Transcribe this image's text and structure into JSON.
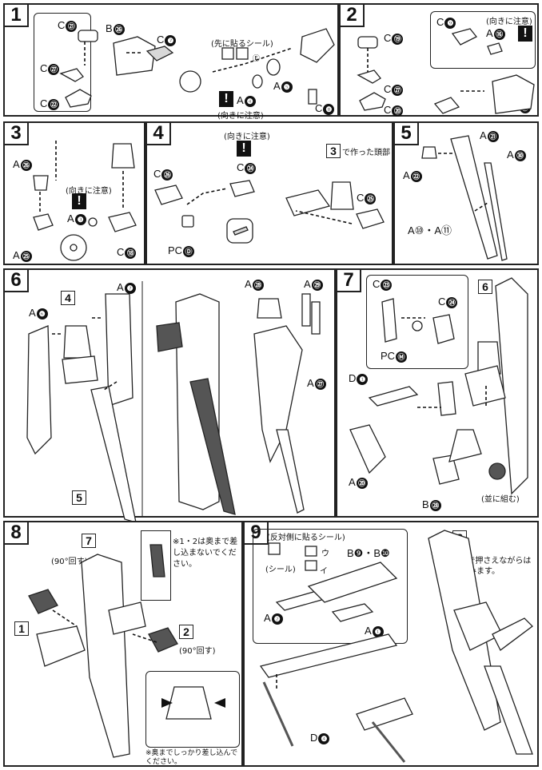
{
  "steps": [
    {
      "n": "1",
      "labels": {
        "c21": "C",
        "c21n": "㉑",
        "c27": "C",
        "c27n": "㉗",
        "c22": "C",
        "c22n": "㉒",
        "b26": "B",
        "b26n": "㉖",
        "c7": "C",
        "c7n": "❼",
        "a5": "A",
        "a5n": "❺",
        "a4": "A",
        "a4n": "❹",
        "c8": "C",
        "c8n": "❽",
        "sticker": "(先に貼るシール)",
        "sticker_marks": "Ⓔ",
        "caution": "(向きに注意)"
      }
    },
    {
      "n": "2",
      "labels": {
        "c19": "C",
        "c19n": "⑲",
        "c27": "C",
        "c27n": "㉗",
        "c20": "C",
        "c20n": "⑳",
        "c9": "C",
        "c9n": "❾",
        "a16": "A",
        "a16n": "⑯",
        "b27": "B",
        "b27n": "㉗",
        "caution": "(向きに注意)"
      }
    },
    {
      "n": "3",
      "labels": {
        "a26": "A",
        "a26n": "㉖",
        "a3": "A",
        "a3n": "❸",
        "a25": "A",
        "a25n": "㉕",
        "c18": "C",
        "c18n": "⑱",
        "caution": "(向きに注意)"
      }
    },
    {
      "n": "4",
      "labels": {
        "c26": "C",
        "c26n": "㉖",
        "c24": "C",
        "c24n": "㉔",
        "pcd": "PC",
        "pcdn": "Ⓓ",
        "c25": "C",
        "c25n": "㉕",
        "made_in": "で作った頭部",
        "ref": "3",
        "caution": "(向きに注意)"
      }
    },
    {
      "n": "5",
      "labels": {
        "a21": "A",
        "a21n": "㉑",
        "a30": "A",
        "a30n": "㉚",
        "a22": "A",
        "a22n": "㉒",
        "a10_11": "A⑩・A⑪"
      }
    },
    {
      "n": "6",
      "labels": {
        "a7": "A",
        "a7n": "❼",
        "a6": "A",
        "a6n": "❻",
        "ref4": "4",
        "ref5": "5",
        "a28": "A",
        "a28n": "㉘",
        "a29": "A",
        "a29n": "㉙",
        "a27": "A",
        "a27n": "㉗"
      }
    },
    {
      "n": "7",
      "labels": {
        "c23": "C",
        "c23n": "㉓",
        "c24": "C",
        "c24n": "㉔",
        "pcm": "PC",
        "pcmn": "Ⓜ",
        "d1": "D",
        "d1n": "❶",
        "a20": "A",
        "a20n": "⑳",
        "b28": "B",
        "b28n": "㉘",
        "ref6": "6",
        "note": "(並に組む)"
      }
    },
    {
      "n": "8",
      "labels": {
        "ref7": "7",
        "ref1": "1",
        "ref2": "2",
        "turn1": "(90°回す)",
        "turn2": "(90°回す)",
        "note1": "※1・2は奥まで差し込まないでください。",
        "note2": "※奥までしっかり差し込んでください。"
      }
    },
    {
      "n": "9",
      "labels": {
        "sticker": "(反対側に貼るシール)",
        "seal": "(シール)",
        "mark_u": "ウ",
        "mark_i": "イ",
        "b9_10": "B❾・B❿",
        "a2": "A",
        "a2n": "❷",
        "a1": "A",
        "a1n": "❶",
        "d4": "D",
        "d4n": "❹",
        "ref8": "8",
        "note": "※指で押さえながらはめ込みます。"
      }
    }
  ]
}
